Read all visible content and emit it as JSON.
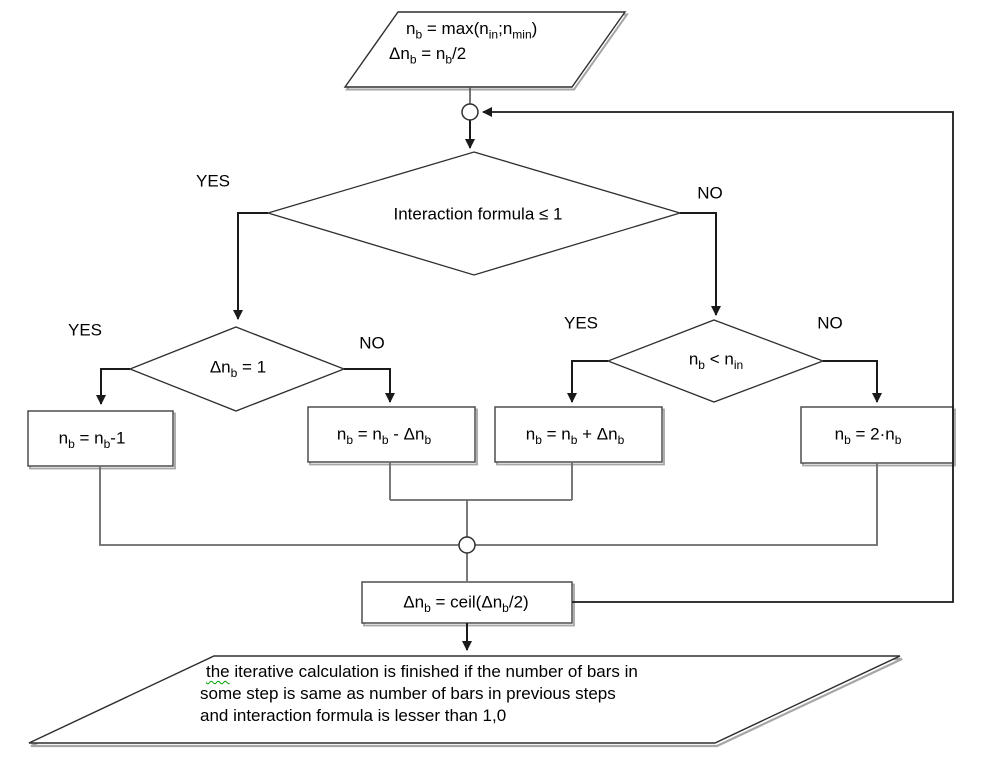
{
  "colors": {
    "line": "#1a1a1a",
    "connector": "#6a6a6a",
    "shape_border": "#2e2e2e",
    "box_border": "#4d4d4d",
    "shadow": "#a6a6a6",
    "background": "#ffffff",
    "spellcheck_underline": "#00a000"
  },
  "start": {
    "lines": [
      [
        [
          "t",
          "n"
        ],
        [
          "s",
          "b"
        ],
        [
          "t",
          " = max(n"
        ],
        [
          "s",
          "in"
        ],
        [
          "t",
          ";n"
        ],
        [
          "s",
          "min"
        ],
        [
          "t",
          ")"
        ]
      ],
      [
        [
          "t",
          "Δn"
        ],
        [
          "s",
          "b"
        ],
        [
          "t",
          " = n"
        ],
        [
          "s",
          "b"
        ],
        [
          "t",
          "/2"
        ]
      ]
    ]
  },
  "decision_main": {
    "label": "Interaction formula ≤ 1",
    "yes": "YES",
    "no": "NO"
  },
  "decision_delta": {
    "label": [
      [
        "t",
        "Δn"
      ],
      [
        "s",
        "b"
      ],
      [
        "t",
        " = 1"
      ]
    ],
    "yes": "YES",
    "no": "NO"
  },
  "decision_nb": {
    "label": [
      [
        "t",
        "n"
      ],
      [
        "s",
        "b"
      ],
      [
        "t",
        " < n"
      ],
      [
        "s",
        "in"
      ]
    ],
    "yes": "YES",
    "no": "NO"
  },
  "boxes": {
    "decrement_one": [
      [
        "t",
        "n"
      ],
      [
        "s",
        "b"
      ],
      [
        "t",
        " = n"
      ],
      [
        "s",
        "b"
      ],
      [
        "t",
        "-1"
      ]
    ],
    "decrement_delta": [
      [
        "t",
        "n"
      ],
      [
        "s",
        "b"
      ],
      [
        "t",
        " = n"
      ],
      [
        "s",
        "b"
      ],
      [
        "t",
        " - Δn"
      ],
      [
        "s",
        "b"
      ]
    ],
    "increment_delta": [
      [
        "t",
        "n"
      ],
      [
        "s",
        "b"
      ],
      [
        "t",
        " = n"
      ],
      [
        "s",
        "b"
      ],
      [
        "t",
        " + Δn"
      ],
      [
        "s",
        "b"
      ]
    ],
    "double": [
      [
        "t",
        "n"
      ],
      [
        "s",
        "b"
      ],
      [
        "t",
        " = 2·n"
      ],
      [
        "s",
        "b"
      ]
    ],
    "halve_step": [
      [
        "t",
        "Δn"
      ],
      [
        "s",
        "b"
      ],
      [
        "t",
        " = ceil(Δn"
      ],
      [
        "s",
        "b"
      ],
      [
        "t",
        "/2)"
      ]
    ]
  },
  "final": {
    "line1_lead": "the",
    "line1_rest": " iterative calculation is finished if the number of bars in",
    "line2": "some step is same as number of bars in previous steps",
    "line3": "and interaction formula is lesser than 1,0"
  }
}
